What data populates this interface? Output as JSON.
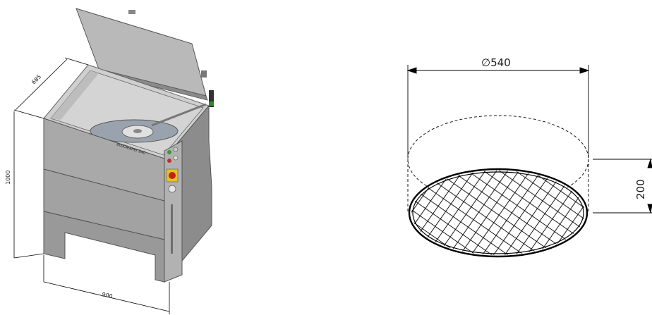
{
  "machine": {
    "dims": {
      "depth": "685",
      "height": "1000",
      "width": "900"
    },
    "brand_label": "ecoCleaner 540"
  },
  "basket": {
    "diameter_label": "∅540",
    "height_label": "200"
  },
  "colors": {
    "cabinet_front": "#a9a9a9",
    "cabinet_side": "#8c8c8c",
    "cabinet_dark": "#6e6e6e",
    "lid": "#b9b9b9",
    "interior": "#d9d9d9",
    "mesh": "#000000",
    "line": "#000000"
  }
}
